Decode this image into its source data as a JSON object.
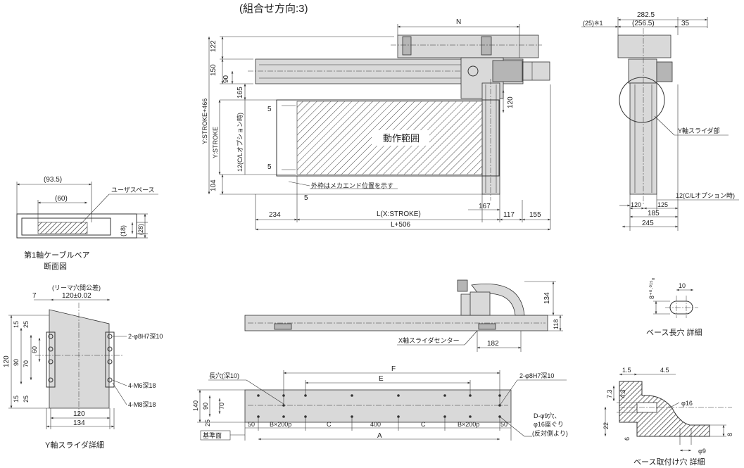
{
  "title": "(組合せ方向:3)",
  "main_view": {
    "area_label": "動作範囲",
    "frame_note": "外枠はメカエンド位置を示す",
    "dims": {
      "n": "N",
      "d122": "122",
      "d150": "150",
      "d90": "90",
      "d165": "165",
      "y_stroke_466": "Y:STROKE+466",
      "y_stroke": "Y:STROKE",
      "cl_option_v": "12(C/Lオプション時)",
      "d5a": "5",
      "d5b": "5",
      "d5c": "5",
      "d104": "104",
      "d120": "120",
      "d234": "234",
      "l_x_stroke": "L(X:STROKE)",
      "d117": "117",
      "d155": "155",
      "d167": "167",
      "l_506": "L+506"
    }
  },
  "side_view": {
    "d25": "(25)※1",
    "d282_5": "282.5",
    "d256_5": "(256.5)",
    "d35": "35",
    "y_slider": "Y軸スライダ部",
    "cl_option": "12(C/Lオプション時)",
    "d120": "120",
    "d125": "125",
    "d185": "185",
    "d245": "245"
  },
  "cable_section": {
    "d93_5": "(93.5)",
    "d60": "(60)",
    "user_space": "ユーザスペース",
    "d18": "(18)",
    "d28": "(28)",
    "caption1": "第1軸ケーブルベア",
    "caption2": "断面図"
  },
  "y_slider_detail": {
    "reamer_tol": "(リーマ穴間公差)",
    "pitch": "120±0.02",
    "d7": "7",
    "d15a": "15",
    "d25a": "25",
    "d60": "60",
    "d70": "70",
    "d90": "90",
    "d120": "120",
    "d15b": "15",
    "d25b": "25",
    "pin_holes": "2-φ8H7深10",
    "m6": "4-M6深18",
    "m8": "4-M8深18",
    "d120b": "120",
    "d134": "134",
    "caption": "Y軸スライダ詳細"
  },
  "front_view": {
    "d134": "134",
    "d118": "118",
    "x_center": "X軸スライダセンター",
    "d182": "182"
  },
  "base_plan": {
    "f": "F",
    "e": "E",
    "long_hole": "長穴(深10)",
    "pin": "2-φ8H7深10",
    "d140": "140",
    "d90": "90",
    "d70": "70",
    "d25": "25",
    "d50a": "50",
    "bx200": "B×200p",
    "c1": "C",
    "d400": "400",
    "c2": "C",
    "bx200b": "B×200p",
    "d50b": "50",
    "a": "A",
    "datum": "基準面",
    "d_hole1": "D-φ9穴、",
    "d_hole2": "φ16座ぐり",
    "d_hole3": "(反対側より)"
  },
  "long_hole_detail": {
    "tol": "8⁺⁰·⁰¹⁵₀",
    "d10": "10",
    "caption": "ベース長穴 詳細"
  },
  "mount_hole_detail": {
    "d1_5": "1.5",
    "d4_5": "4.5",
    "d7_3": "7.3",
    "d4_3": "4.3",
    "phi16": "φ16",
    "d22": "22",
    "d6": "6",
    "d8": "8",
    "phi9": "φ9",
    "caption": "ベース取付け穴 詳細"
  }
}
